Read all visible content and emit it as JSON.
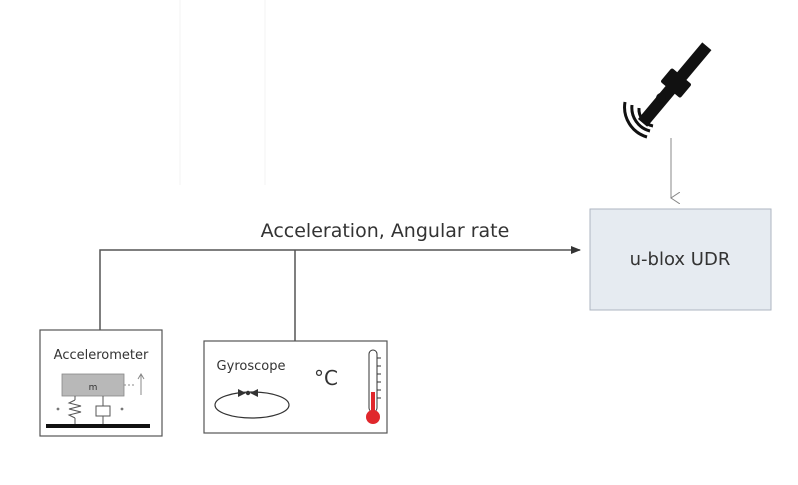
{
  "diagram": {
    "signal_label": "Acceleration, Angular rate",
    "udr_label": "u-blox UDR",
    "accelerometer_label": "Accelerometer",
    "accelerometer_mass_label": "m",
    "gyroscope_label": "Gyroscope",
    "temperature_label": "°C"
  },
  "colors": {
    "line": "#555555",
    "udr_box_fill": "#e6ebf1",
    "udr_box_stroke": "#aeb6c1",
    "satellite": "#111111",
    "thermometer_bulb": "#e0272c",
    "accelerometer_mass": "#b8b8b8"
  }
}
